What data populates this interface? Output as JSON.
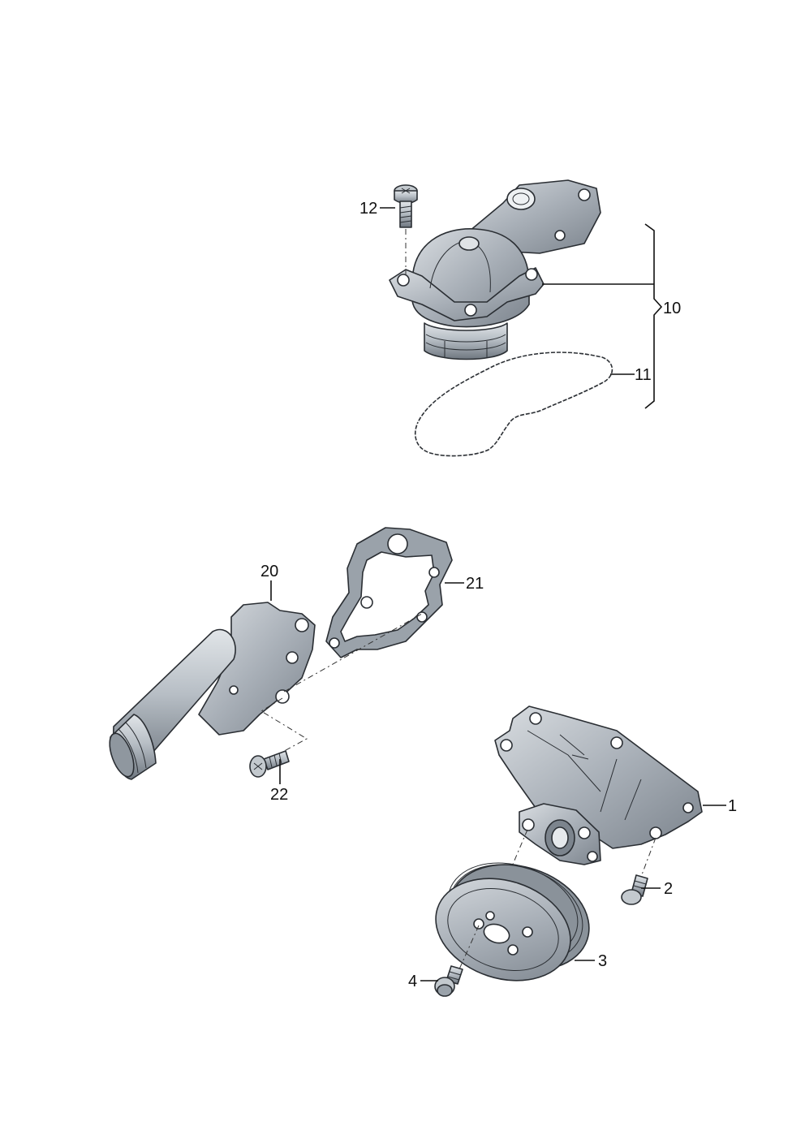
{
  "callouts": {
    "c1": "1",
    "c2": "2",
    "c3": "3",
    "c4": "4",
    "c10": "10",
    "c11": "11",
    "c12": "12",
    "c20": "20",
    "c21": "21",
    "c22": "22"
  },
  "colors": {
    "part_fill": "#a9b0b8",
    "part_light": "#d5dade",
    "part_dark": "#7c848d",
    "outline": "#2a2e33",
    "background": "#ffffff"
  }
}
